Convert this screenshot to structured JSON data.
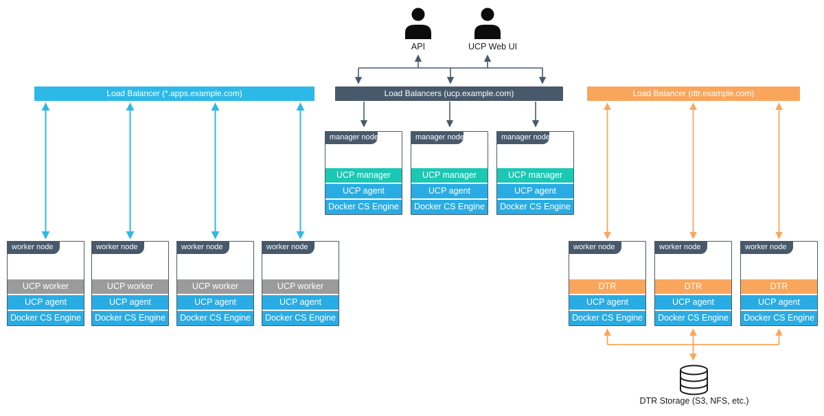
{
  "users": [
    {
      "label": "API",
      "icon": "person-icon"
    },
    {
      "label": "UCP Web UI",
      "icon": "person-icon"
    }
  ],
  "load_balancers": [
    {
      "label": "Load Balancer (*.apps.example.com)",
      "color": "cyan"
    },
    {
      "label": "Load Balancers (ucp.example.com)",
      "color": "slate"
    },
    {
      "label": "Load Balancer (dtr.example.com)",
      "color": "orange"
    }
  ],
  "manager_nodes": [
    {
      "title": "manager node",
      "rows": [
        {
          "label": "UCP manager",
          "color": "teal"
        },
        {
          "label": "UCP agent",
          "color": "blue"
        },
        {
          "label": "Docker CS Engine",
          "color": "blue"
        }
      ]
    },
    {
      "title": "manager node",
      "rows": [
        {
          "label": "UCP manager",
          "color": "teal"
        },
        {
          "label": "UCP agent",
          "color": "blue"
        },
        {
          "label": "Docker CS Engine",
          "color": "blue"
        }
      ]
    },
    {
      "title": "manager node",
      "rows": [
        {
          "label": "UCP manager",
          "color": "teal"
        },
        {
          "label": "UCP agent",
          "color": "blue"
        },
        {
          "label": "Docker CS Engine",
          "color": "blue"
        }
      ]
    }
  ],
  "app_worker_nodes": [
    {
      "title": "worker node",
      "rows": [
        {
          "label": "UCP worker",
          "color": "gray"
        },
        {
          "label": "UCP agent",
          "color": "blue"
        },
        {
          "label": "Docker CS Engine",
          "color": "blue"
        }
      ]
    },
    {
      "title": "worker node",
      "rows": [
        {
          "label": "UCP worker",
          "color": "gray"
        },
        {
          "label": "UCP agent",
          "color": "blue"
        },
        {
          "label": "Docker CS Engine",
          "color": "blue"
        }
      ]
    },
    {
      "title": "worker node",
      "rows": [
        {
          "label": "UCP worker",
          "color": "gray"
        },
        {
          "label": "UCP agent",
          "color": "blue"
        },
        {
          "label": "Docker CS Engine",
          "color": "blue"
        }
      ]
    },
    {
      "title": "worker node",
      "rows": [
        {
          "label": "UCP worker",
          "color": "gray"
        },
        {
          "label": "UCP agent",
          "color": "blue"
        },
        {
          "label": "Docker CS Engine",
          "color": "blue"
        }
      ]
    }
  ],
  "dtr_worker_nodes": [
    {
      "title": "worker node",
      "rows": [
        {
          "label": "DTR",
          "color": "orange"
        },
        {
          "label": "UCP agent",
          "color": "blue"
        },
        {
          "label": "Docker CS Engine",
          "color": "blue"
        }
      ]
    },
    {
      "title": "worker node",
      "rows": [
        {
          "label": "DTR",
          "color": "orange"
        },
        {
          "label": "UCP agent",
          "color": "blue"
        },
        {
          "label": "Docker CS Engine",
          "color": "blue"
        }
      ]
    },
    {
      "title": "worker node",
      "rows": [
        {
          "label": "DTR",
          "color": "orange"
        },
        {
          "label": "UCP agent",
          "color": "blue"
        },
        {
          "label": "Docker CS Engine",
          "color": "blue"
        }
      ]
    }
  ],
  "storage": {
    "label": "DTR Storage (S3, NFS, etc.)",
    "icon": "database-cylinder-icon"
  },
  "colors": {
    "slate": "#47596B",
    "cyan": "#2CB9E8",
    "blue": "#29ACE3",
    "teal": "#1BC8B4",
    "gray": "#9B9B9B",
    "orange": "#F9A65C",
    "ink": "#1A1A1A"
  }
}
